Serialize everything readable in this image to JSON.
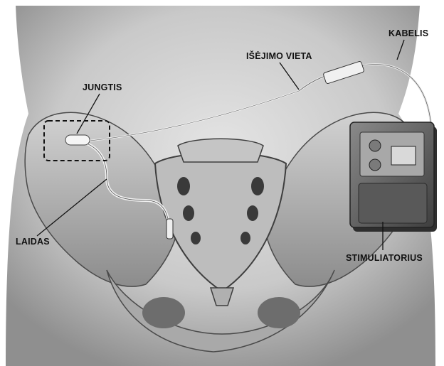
{
  "diagram": {
    "labels": {
      "connector": "JUNGTIS",
      "exit_site": "IŠĖJIMO VIETA",
      "cable": "KABELIS",
      "lead": "LAIDAS",
      "stimulator": "STIMULIATORIUS"
    },
    "colors": {
      "skin_light": "#d9d9d9",
      "skin_dark": "#8a8a8a",
      "bone": "#b9b9b9",
      "bone_shadow": "#5a5a5a",
      "device_body": "#6b6b6b",
      "device_face": "#9a9a9a",
      "lead_wire": "#e8e8e8",
      "label_text": "#111111"
    }
  }
}
